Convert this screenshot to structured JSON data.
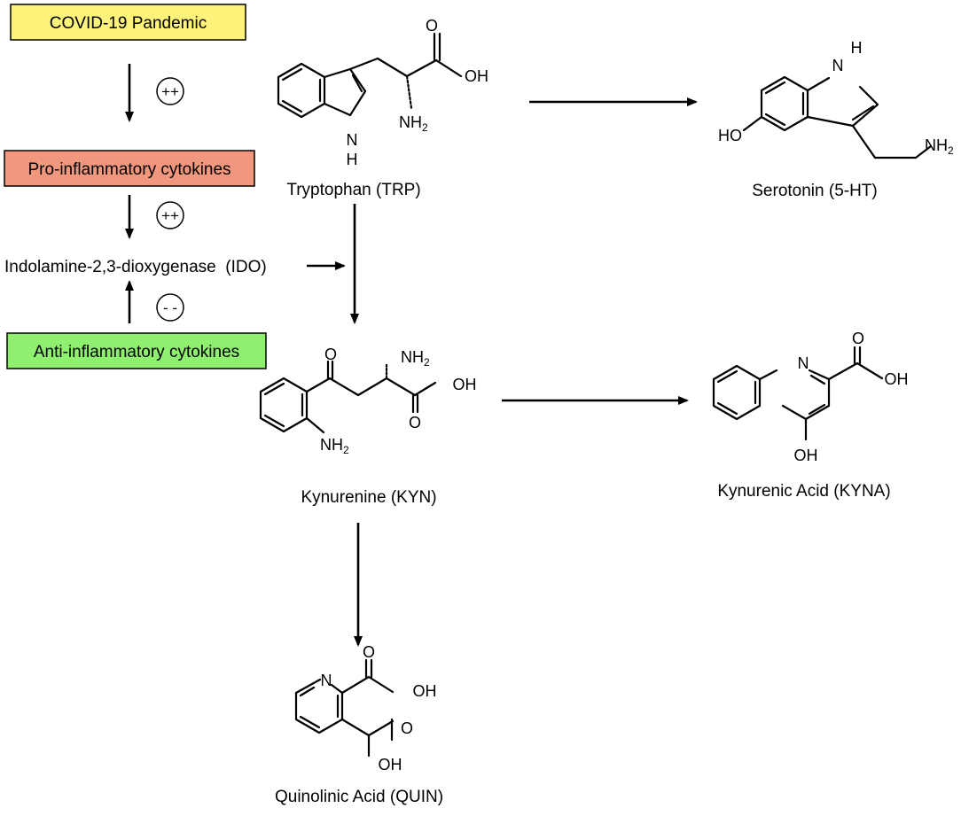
{
  "colors": {
    "covid_box": "#fdf27a",
    "pro_box": "#f0977d",
    "anti_box": "#8ef06e",
    "line": "#000000",
    "background": "#ffffff"
  },
  "boxes": {
    "covid": "COVID-19 Pandemic",
    "pro": "Pro-inflammatory cytokines",
    "anti": "Anti-inflammatory cytokines"
  },
  "enzyme": "Indolamine-2,3-dioxygenase  (IDO)",
  "effects": {
    "upregulate_1": "++",
    "upregulate_2": "++",
    "downregulate": "- -"
  },
  "compounds": {
    "trp": {
      "name": "Tryptophan (TRP)",
      "labels": {
        "oh": "OH",
        "o": "O",
        "nh2": "NH",
        "nh2_sub": "2",
        "nh": "N",
        "h": "H"
      }
    },
    "serotonin": {
      "name": "Serotonin (5-HT)",
      "labels": {
        "nh": "N",
        "h": "H",
        "ho": "HO",
        "nh2": "NH",
        "nh2_sub": "2"
      }
    },
    "kyn": {
      "name": "Kynurenine (KYN)",
      "labels": {
        "o_ketone": "O",
        "nh2_alpha": "NH",
        "nh2_alpha_sub": "2",
        "oh": "OH",
        "o_acid": "O",
        "nh2_ring": "NH",
        "nh2_ring_sub": "2"
      }
    },
    "kyna": {
      "name": "Kynurenic Acid (KYNA)",
      "labels": {
        "n": "N",
        "o": "O",
        "oh_acid": "OH",
        "oh_ring": "OH"
      }
    },
    "quin": {
      "name": "Quinolinic Acid (QUIN)",
      "labels": {
        "n": "N",
        "o1": "O",
        "oh1": "OH",
        "o2": "O",
        "oh2": "OH"
      }
    }
  }
}
